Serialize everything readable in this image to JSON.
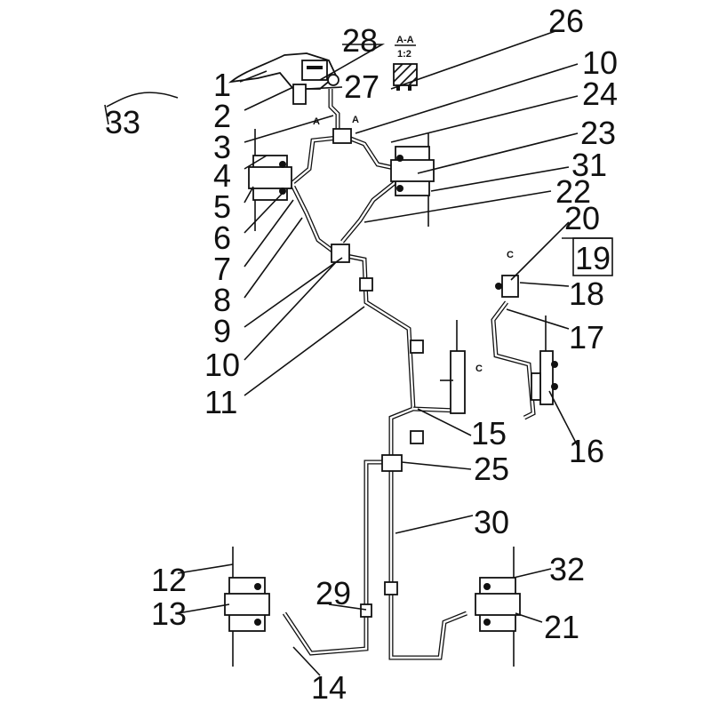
{
  "diagram": {
    "title": "Brake system parts diagram",
    "callouts": [
      "1",
      "2",
      "3",
      "4",
      "5",
      "6",
      "7",
      "8",
      "9",
      "10",
      "11",
      "12",
      "13",
      "14",
      "15",
      "16",
      "17",
      "18",
      "19",
      "20",
      "21",
      "22",
      "23",
      "24",
      "25",
      "26",
      "27",
      "28",
      "29",
      "30",
      "31",
      "32",
      "33",
      "10"
    ],
    "section_label": "A-A",
    "section_scale": "1:2",
    "view_marks": {
      "a": "A",
      "c": "C"
    }
  }
}
